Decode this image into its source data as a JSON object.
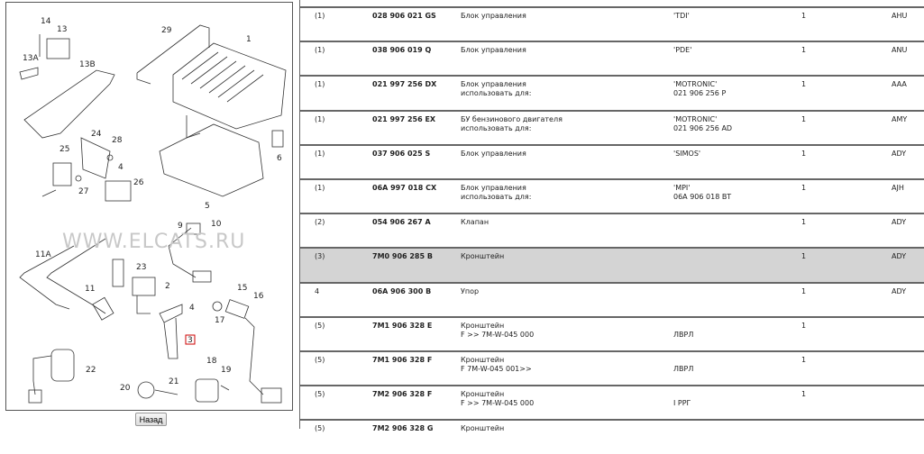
{
  "diagram": {
    "watermark": "WWW.ELCATS.RU",
    "callouts": [
      "14",
      "13",
      "13A",
      "13B",
      "29",
      "1",
      "25",
      "24",
      "28",
      "4",
      "26",
      "27",
      "6",
      "5",
      "10",
      "9",
      "11A",
      "23",
      "2",
      "11",
      "4",
      "15",
      "16",
      "17",
      "3",
      "22",
      "18",
      "19",
      "20",
      "21"
    ],
    "selected_callout": "3",
    "highlight_color": "#cc0000"
  },
  "back_button": "Назад",
  "rows": [
    {
      "pos": "(1)",
      "number": "028 906 021 GS",
      "desc": [
        "Блок управления"
      ],
      "note": [
        "'TDI'"
      ],
      "qty": "1",
      "code": "AHU"
    },
    {
      "pos": "(1)",
      "number": "038 906 019 Q",
      "desc": [
        "Блок управления"
      ],
      "note": [
        "'PDE'"
      ],
      "qty": "1",
      "code": "ANU"
    },
    {
      "pos": "(1)",
      "number": "021 997 256 DX",
      "desc": [
        "Блок управления",
        "использовать для:"
      ],
      "note": [
        "'MOTRONIC'",
        "021 906 256 P"
      ],
      "qty": "1",
      "code": "AAA"
    },
    {
      "pos": "(1)",
      "number": "021 997 256 EX",
      "desc": [
        "БУ бензинового двигателя",
        "использовать для:"
      ],
      "note": [
        "'MOTRONIC'",
        "021 906 256 AD"
      ],
      "qty": "1",
      "code": "AMY"
    },
    {
      "pos": "(1)",
      "number": "037 906 025 S",
      "desc": [
        "Блок управления"
      ],
      "note": [
        "'SIMOS'"
      ],
      "qty": "1",
      "code": "ADY"
    },
    {
      "pos": "(1)",
      "number": "06A 997 018 CX",
      "desc": [
        "Блок управления",
        "использовать для:"
      ],
      "note": [
        "'MPI'",
        "06A 906 018 BT"
      ],
      "qty": "1",
      "code": "AJH"
    },
    {
      "pos": "(2)",
      "number": "054 906 267 A",
      "desc": [
        "Клапан"
      ],
      "note": [
        ""
      ],
      "qty": "1",
      "code": "ADY"
    },
    {
      "pos": "(3)",
      "number": "7M0 906 285 B",
      "desc": [
        "Кронштейн"
      ],
      "note": [
        ""
      ],
      "qty": "1",
      "code": "ADY",
      "selected": true
    },
    {
      "pos": "4",
      "number": "06A 906 300 B",
      "desc": [
        "Упор"
      ],
      "note": [
        ""
      ],
      "qty": "1",
      "code": "ADY"
    },
    {
      "pos": "(5)",
      "number": "7M1 906 328 E",
      "desc": [
        "Кронштейн",
        "F >> 7M-W-045 000"
      ],
      "note": [
        "",
        "ЛВРЛ"
      ],
      "qty": "1",
      "code": ""
    },
    {
      "pos": "(5)",
      "number": "7M1 906 328 F",
      "desc": [
        "Кронштейн",
        "F 7M-W-045 001>>"
      ],
      "note": [
        "",
        "ЛВРЛ"
      ],
      "qty": "1",
      "code": ""
    },
    {
      "pos": "(5)",
      "number": "7M2 906 328 F",
      "desc": [
        "Кронштейн",
        "F >> 7M-W-045 000"
      ],
      "note": [
        "",
        "I РРГ"
      ],
      "qty": "1",
      "code": ""
    },
    {
      "pos": "(5)",
      "number": "7M2 906 328 G",
      "desc": [
        "Кронштейн"
      ],
      "note": [
        ""
      ],
      "qty": "",
      "code": ""
    }
  ]
}
